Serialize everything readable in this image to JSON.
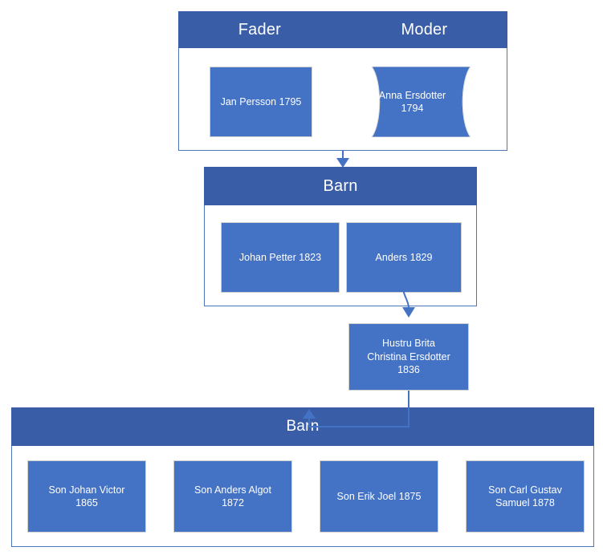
{
  "diagram": {
    "title": "Family tree / genealogy chart",
    "type": "hierarchy",
    "colors": {
      "header_blue": "#3A5DA8",
      "node_blue": "#4472C4",
      "connector_blue": "#4472C4",
      "container_border": "#4E77BB",
      "node_border": "#D0D0D0",
      "text_on_blue": "#FFFFFF",
      "background": "#FFFFFF"
    },
    "groups": [
      {
        "id": "parents",
        "headers": [
          {
            "label": "Fader"
          },
          {
            "label": "Moder"
          }
        ],
        "nodes": [
          {
            "id": "jan-persson",
            "label": "Jan Persson 1795",
            "shape": "rectangle"
          },
          {
            "id": "anna-ersdotter",
            "label": "Anna Ersdotter\n1794",
            "shape": "cylinder"
          }
        ]
      },
      {
        "id": "children-gen1",
        "headers": [
          {
            "label": "Barn"
          }
        ],
        "nodes": [
          {
            "id": "johan-petter",
            "label": "Johan Petter 1823",
            "shape": "rectangle"
          },
          {
            "id": "anders",
            "label": "Anders 1829",
            "shape": "rectangle"
          }
        ]
      },
      {
        "id": "children-gen2",
        "headers": [
          {
            "label": "Barn"
          }
        ],
        "nodes": [
          {
            "id": "son-johan-victor",
            "label": "Son Johan Victor\n1865",
            "shape": "rectangle"
          },
          {
            "id": "son-anders-algot",
            "label": "Son Anders Algot\n1872",
            "shape": "rectangle"
          },
          {
            "id": "son-erik-joel",
            "label": "Son Erik Joel 1875",
            "shape": "rectangle"
          },
          {
            "id": "son-carl-gustav",
            "label": "Son Carl Gustav\nSamuel 1878",
            "shape": "rectangle"
          }
        ]
      }
    ],
    "standalone_nodes": [
      {
        "id": "hustru-brita",
        "label": "Hustru Brita\nChristina Ersdotter\n1836",
        "shape": "rectangle"
      }
    ],
    "connectors": [
      {
        "id": "parents-to-barn1",
        "from": "parents",
        "to": "children-gen1",
        "style": "straight-arrow-down"
      },
      {
        "id": "anders-to-hustru",
        "from": "anders",
        "to": "hustru-brita",
        "style": "curved-arrow-down"
      },
      {
        "id": "hustru-to-barn2",
        "from": "hustru-brita",
        "to": "children-gen2",
        "style": "elbow-arrow-up"
      }
    ]
  }
}
